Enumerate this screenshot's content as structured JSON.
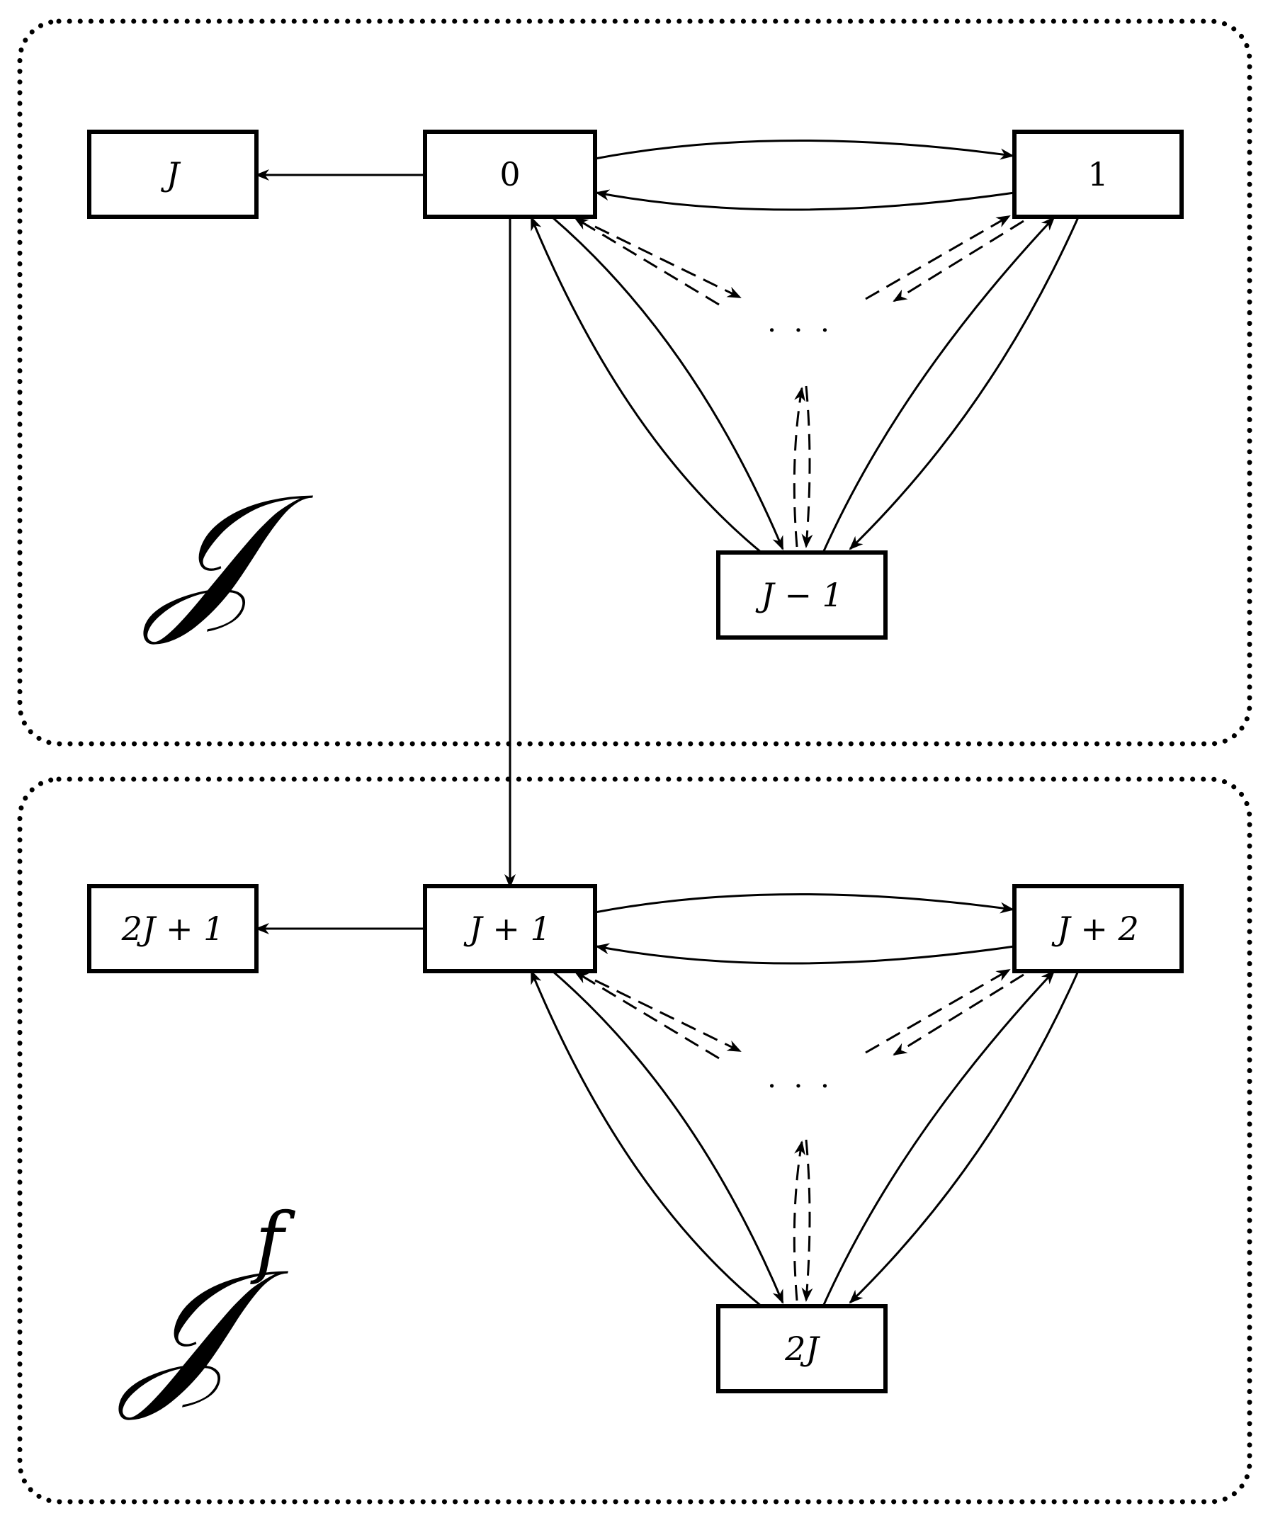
{
  "diagram": {
    "top_region": {
      "label": "𝒥",
      "nodes": {
        "n_J": "J",
        "n_0": "0",
        "n_1": "1",
        "n_Jm1": "J − 1"
      },
      "ellipsis": "· · ·"
    },
    "bottom_region": {
      "label": "𝒥",
      "label_superscript": "f",
      "nodes": {
        "n_2J1": "2J + 1",
        "n_J1": "J + 1",
        "n_J2": "J + 2",
        "n_2J": "2J"
      },
      "ellipsis": "· · ·"
    }
  }
}
